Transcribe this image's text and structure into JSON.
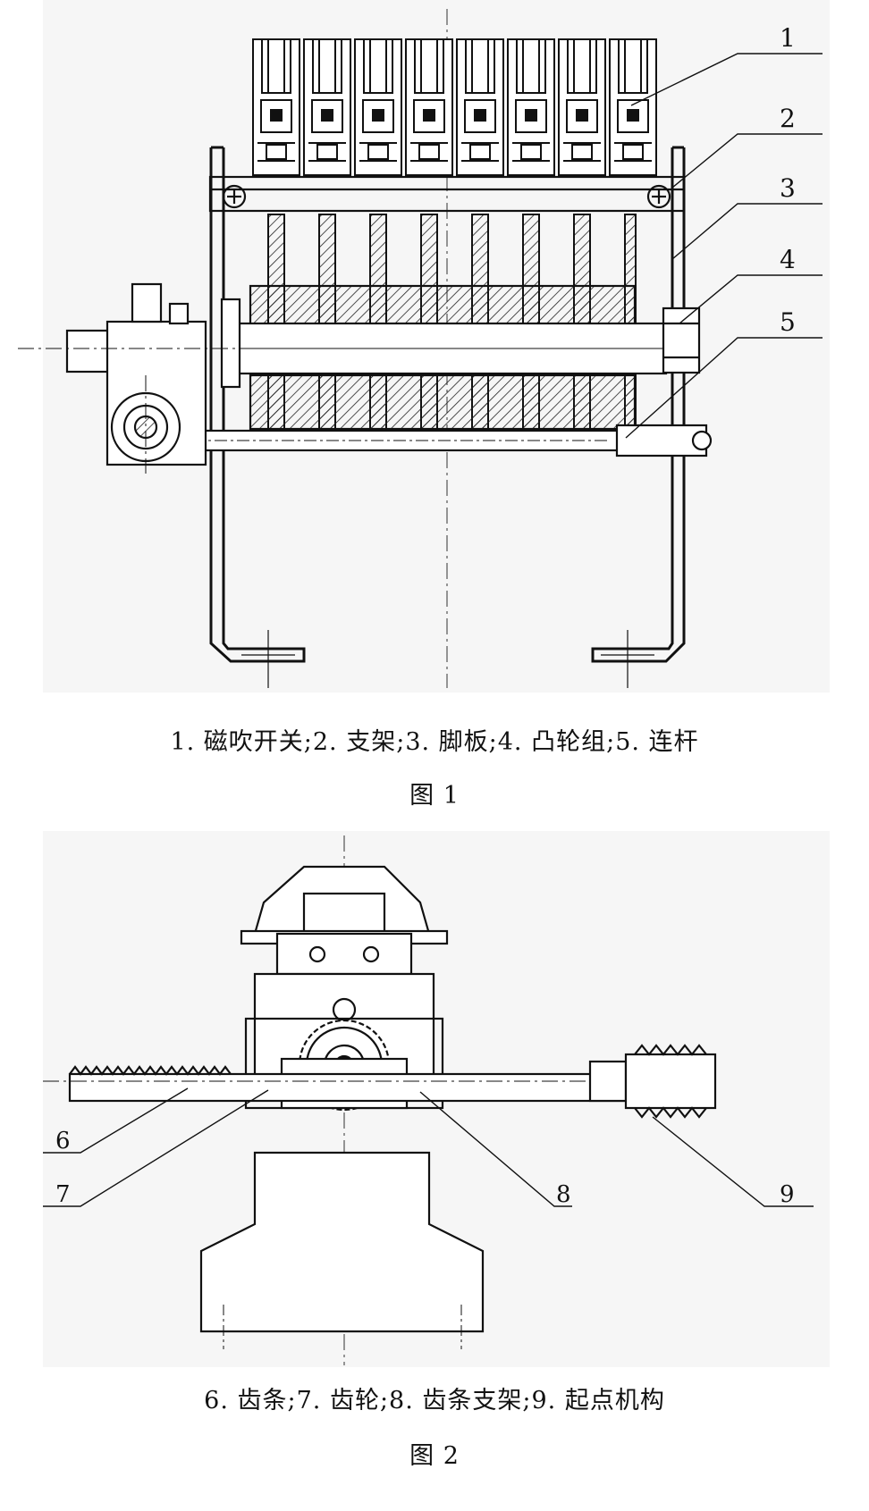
{
  "figure1": {
    "callouts": [
      "1",
      "2",
      "3",
      "4",
      "5"
    ],
    "caption": "1. 磁吹开关;2. 支架;3. 脚板;4. 凸轮组;5. 连杆",
    "label": "图 1"
  },
  "figure2": {
    "callouts": [
      "6",
      "7",
      "8",
      "9"
    ],
    "caption": "6. 齿条;7. 齿轮;8. 齿条支架;9. 起点机构",
    "label": "图 2"
  }
}
